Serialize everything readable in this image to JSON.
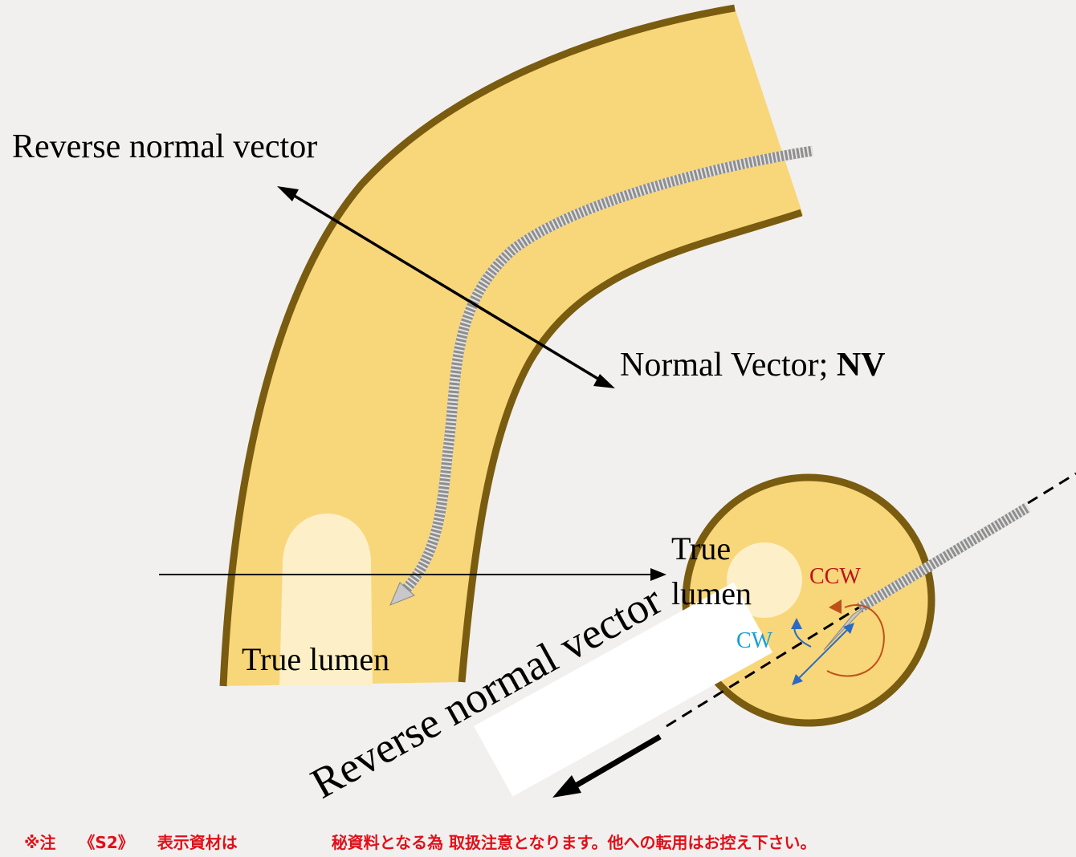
{
  "colors": {
    "background": "#f1f0ee",
    "vessel_fill": "#f8d67a",
    "vessel_wall": "#7a5c10",
    "true_lumen": "#fdf0c8",
    "wire": "#9c9c9c",
    "arrow": "#000000",
    "ccw": "#c0111a",
    "ccw_arc": "#c0501a",
    "cw": "#1a9cd8",
    "cw_arrow": "#2a6ac0",
    "footer": "#e0101a"
  },
  "labels": {
    "reverse_normal_vector_top": "Reverse normal vector",
    "normal_vector_prefix": "Normal Vector; ",
    "normal_vector_abbr": "NV",
    "true_lumen_long": "True lumen",
    "true_lumen_cross_line1": "True",
    "true_lumen_cross_line2": "lumen",
    "ccw": "CCW",
    "cw": "CW",
    "reverse_normal_vector_rotated": "Reverse normal vector"
  },
  "footer": {
    "mark": "※注",
    "code": "《S2》",
    "text_left": "表示資材は",
    "text_right": "秘資料となる為 取扱注意となります。他への転用はお控え下さい。"
  }
}
